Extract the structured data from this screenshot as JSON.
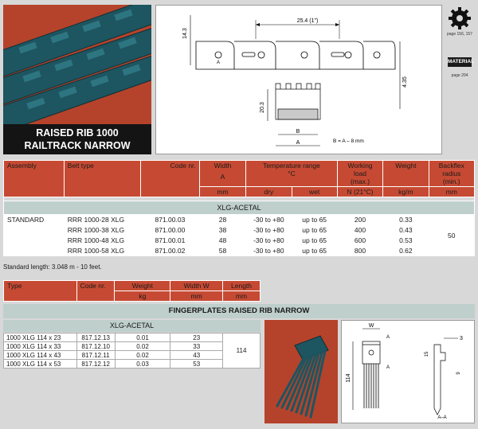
{
  "product": {
    "title_line1": "RAISED RIB 1000",
    "title_line2": "RAILTRACK NARROW"
  },
  "drawing": {
    "pitch_label": "25.4  (1\")",
    "height_label": "14.3",
    "side_label": "4.35",
    "rib_height_label": "20.3",
    "label_a": "A",
    "label_b": "B",
    "formula": "B = A – 8 mm"
  },
  "side_refs": {
    "sprocket_ref": "page 156, 157",
    "material_label": "MATERIAL",
    "material_ref": "page 204"
  },
  "table": {
    "headers": {
      "assembly": "Assembly",
      "belt_type": "Belt type",
      "code": "Code nr.",
      "width": "Width",
      "width_sym": "A",
      "width_unit": "mm",
      "temp": "Temperature range",
      "temp_unit": "°C",
      "temp_dry": "dry",
      "temp_wet": "wet",
      "load": "Working load",
      "load_max": "(max.)",
      "load_unit": "N (21°C)",
      "weight": "Weight",
      "weight_unit": "kg/m",
      "backflex": "Backflex radius",
      "backflex_min": "(min.)",
      "backflex_unit": "mm"
    },
    "material": "XLG-ACETAL",
    "assembly": "STANDARD",
    "backflex": "50",
    "rows": [
      {
        "belt": "RRR 1000-28 XLG",
        "code": "871.00.03",
        "width": "28",
        "dry": "-30 to +80",
        "wet": "up to 65",
        "load": "200",
        "weight": "0.33"
      },
      {
        "belt": "RRR 1000-38 XLG",
        "code": "871.00.00",
        "width": "38",
        "dry": "-30 to +80",
        "wet": "up to 65",
        "load": "400",
        "weight": "0.43"
      },
      {
        "belt": "RRR 1000-48 XLG",
        "code": "871.00.01",
        "width": "48",
        "dry": "-30 to +80",
        "wet": "up to 65",
        "load": "600",
        "weight": "0.53"
      },
      {
        "belt": "RRR 1000-58 XLG",
        "code": "871.00.02",
        "width": "58",
        "dry": "-30 to +80",
        "wet": "up to 65",
        "load": "800",
        "weight": "0.62"
      }
    ],
    "note": "Standard length: 3.048 m - 10 feet."
  },
  "fingerplates": {
    "headers": {
      "type": "Type",
      "code": "Code nr.",
      "weight": "Weight",
      "weight_unit": "kg",
      "width": "Width W",
      "width_unit": "mm",
      "length": "Length",
      "length_unit": "mm"
    },
    "title": "FINGERPLATES RAISED RIB NARROW",
    "material": "XLG-ACETAL",
    "length": "114",
    "rows": [
      {
        "type": "1000 XLG 114 x 23",
        "code": "817.12.13",
        "weight": "0.01",
        "width": "23"
      },
      {
        "type": "1000 XLG 114 x 33",
        "code": "817.12.10",
        "weight": "0.02",
        "width": "33"
      },
      {
        "type": "1000 XLG 114 x 43",
        "code": "817.12.11",
        "weight": "0.02",
        "width": "43"
      },
      {
        "type": "1000 XLG 114 x 53",
        "code": "817.12.12",
        "weight": "0.03",
        "width": "53"
      }
    ],
    "drawing": {
      "w_label": "W",
      "length_label": "114",
      "dim_3": "3",
      "dim_15": "15",
      "dim_9": "9",
      "section_a": "A",
      "section_label": "A–A"
    }
  }
}
